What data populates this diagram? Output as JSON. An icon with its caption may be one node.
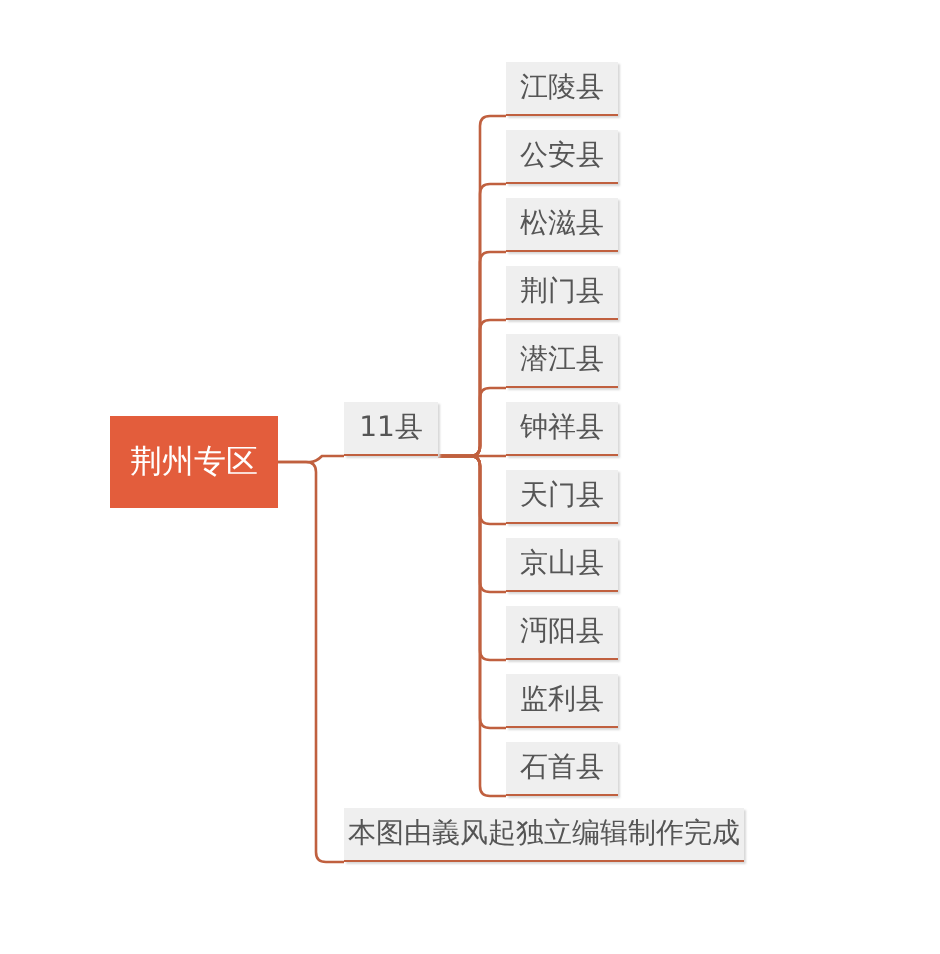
{
  "diagram": {
    "nodes": [
      {
        "text": [
          "荆州专区"
        ]
      },
      {
        "text": [
          "11县"
        ]
      },
      {
        "text": [
          "江陵县"
        ]
      },
      {
        "text": [
          "公安县"
        ]
      },
      {
        "text": [
          "松滋县"
        ]
      },
      {
        "text": [
          "荆门县"
        ]
      },
      {
        "text": [
          "潜江县"
        ]
      },
      {
        "text": [
          "钟祥县"
        ]
      },
      {
        "text": [
          "天门县"
        ]
      },
      {
        "text": [
          "京山县"
        ]
      },
      {
        "text": [
          "沔阳县"
        ]
      },
      {
        "text": [
          "监利县"
        ]
      },
      {
        "text": [
          "石首县"
        ]
      },
      {
        "text": [
          "本图由義风起独立编辑制作完成"
        ]
      }
    ],
    "edges": [
      {
        "from": 0,
        "to": 1,
        "arrow": "none"
      },
      {
        "from": 0,
        "to": 13,
        "arrow": "none"
      },
      {
        "from": 1,
        "to": 2,
        "arrow": "none"
      },
      {
        "from": 1,
        "to": 3,
        "arrow": "none"
      },
      {
        "from": 1,
        "to": 4,
        "arrow": "none"
      },
      {
        "from": 1,
        "to": 5,
        "arrow": "none"
      },
      {
        "from": 1,
        "to": 6,
        "arrow": "none"
      },
      {
        "from": 1,
        "to": 7,
        "arrow": "none"
      },
      {
        "from": 1,
        "to": 8,
        "arrow": "none"
      },
      {
        "from": 1,
        "to": 9,
        "arrow": "none"
      },
      {
        "from": 1,
        "to": 10,
        "arrow": "none"
      },
      {
        "from": 1,
        "to": 11,
        "arrow": "none"
      },
      {
        "from": 1,
        "to": 12,
        "arrow": "none"
      }
    ]
  }
}
